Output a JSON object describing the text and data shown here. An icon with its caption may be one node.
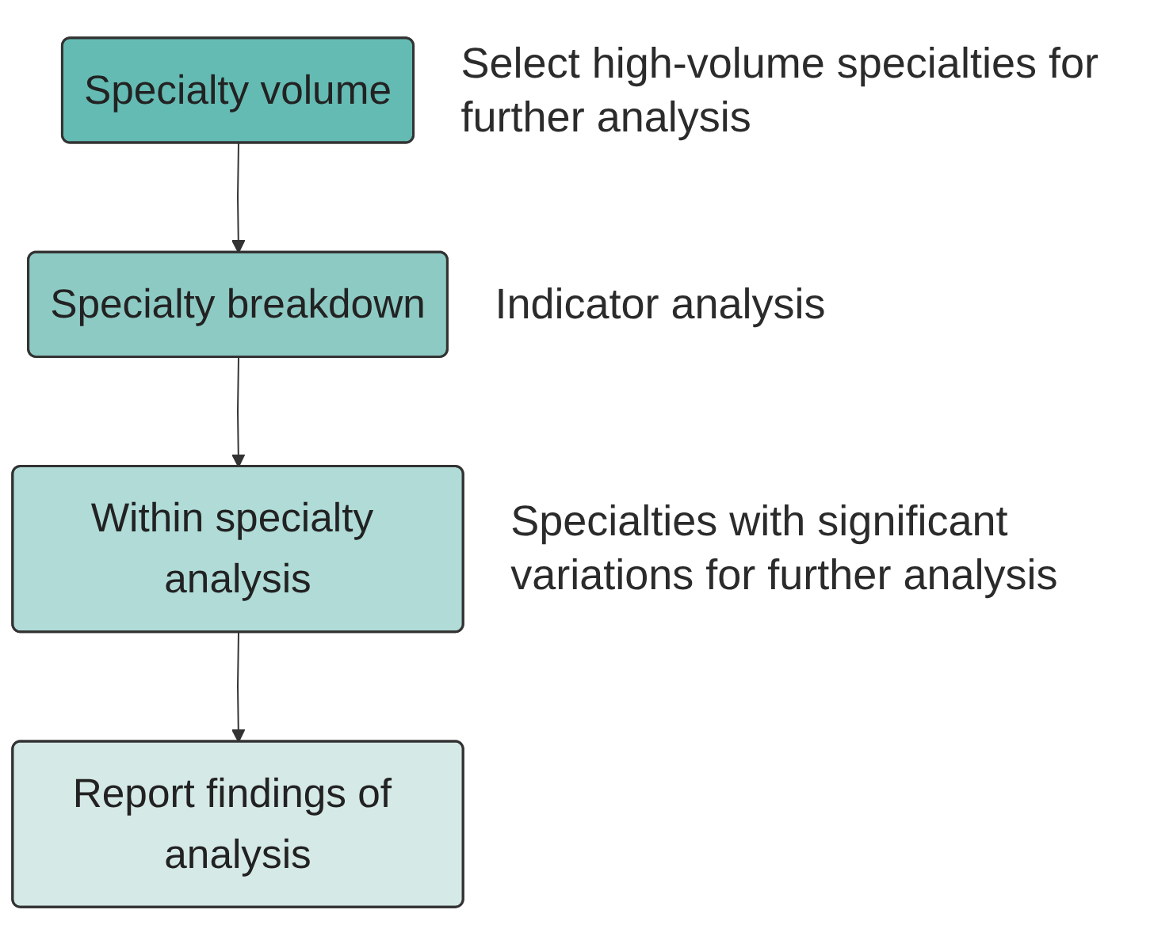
{
  "diagram": {
    "nodes": [
      {
        "text": [
          "Specialty volume"
        ],
        "beside": [
          "Select high-volume specialties for further analysis"
        ]
      },
      {
        "text": [
          "Specialty breakdown"
        ],
        "beside": [
          "Indicator analysis"
        ]
      },
      {
        "text": [
          "Within specialty analysis"
        ],
        "beside": [
          "Specialties with significant variations for further analysis"
        ]
      },
      {
        "text": [
          "Report findings of analysis"
        ]
      }
    ],
    "edges": [
      {
        "from": 0,
        "to": 1,
        "arrow": "to"
      },
      {
        "from": 1,
        "to": 2,
        "arrow": "to"
      },
      {
        "from": 2,
        "to": 3,
        "arrow": "to"
      }
    ]
  }
}
